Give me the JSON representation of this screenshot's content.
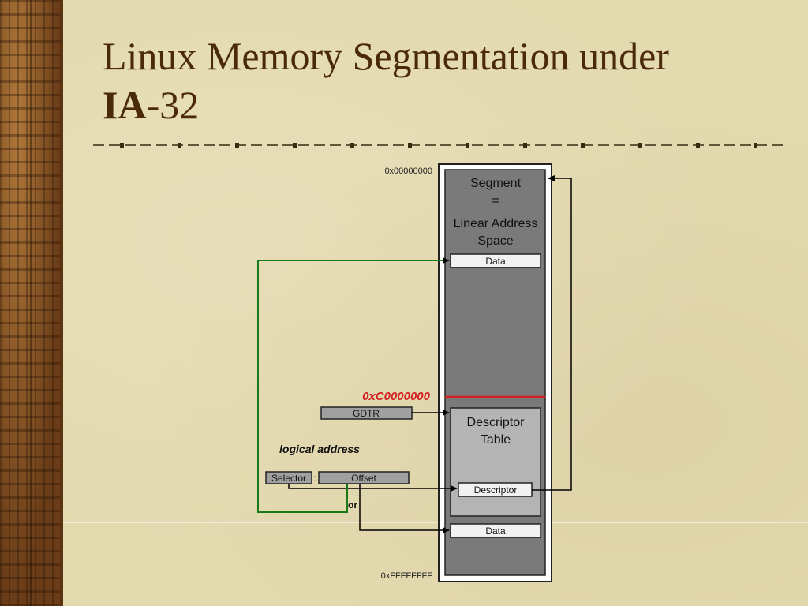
{
  "title": {
    "line1": "Linux Memory Segmentation under",
    "ia": "IA",
    "rest": "-32"
  },
  "diagram": {
    "addr_top": "0x00000000",
    "addr_bottom": "0xFFFFFFFF",
    "addr_kernel": "0xC0000000",
    "segment_line1": "Segment",
    "segment_line2": "=",
    "segment_line3": "Linear Address",
    "segment_line4": "Space",
    "data_top": "Data",
    "data_bottom": "Data",
    "descriptor_table_line1": "Descriptor",
    "descriptor_table_line2": "Table",
    "descriptor": "Descriptor",
    "gdtr": "GDTR",
    "logical_address": "logical address",
    "selector": "Selector",
    "colon": ":",
    "offset": "Offset",
    "or": "or"
  },
  "colors": {
    "title": "#4a2a0a",
    "kernel_line": "#d42020",
    "green_path": "#1a7a1a",
    "segment_fill": "#7a7a7a",
    "table_fill": "#b4b4b4"
  }
}
